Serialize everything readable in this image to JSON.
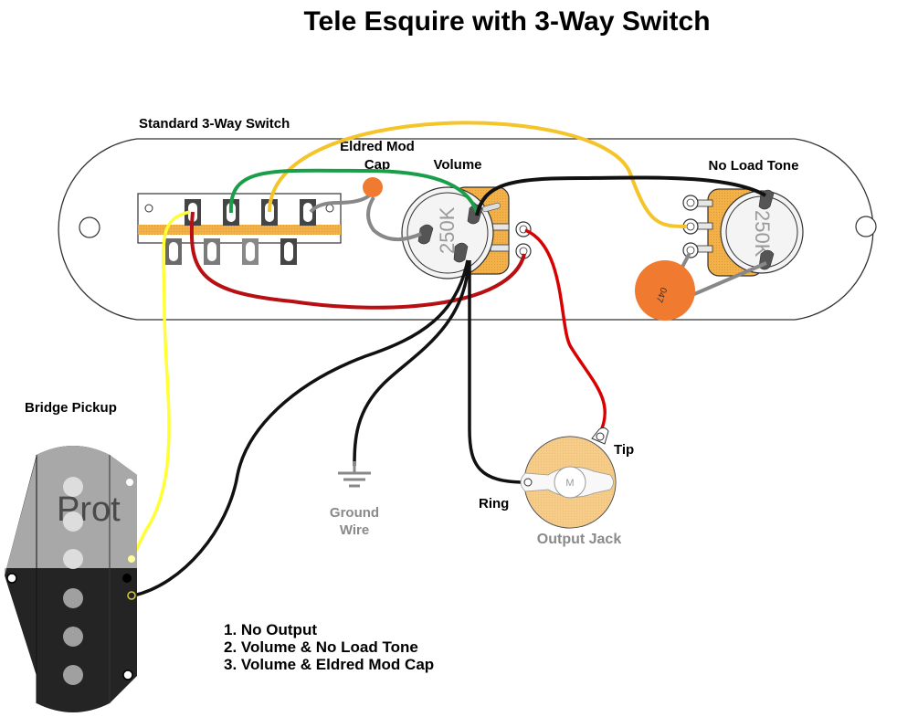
{
  "title": "Tele Esquire with 3-Way Switch",
  "labels": {
    "switch": "Standard 3-Way Switch",
    "cap_line1": "Eldred Mod",
    "cap_line2": "Cap",
    "volume": "Volume",
    "tone": "No Load Tone",
    "pickup": "Bridge Pickup",
    "ground_line1": "Ground",
    "ground_line2": "Wire",
    "ring": "Ring",
    "tip": "Tip",
    "jack": "Output Jack",
    "jack_center": "M",
    "pot_value_volume": "250K",
    "pot_value_tone": "250K",
    "tone_cap_value": "047",
    "pickup_watermark": "Prot"
  },
  "positions": [
    "1. No Output",
    "2. Volume & No Load Tone",
    "3. Volume & Eldred Mod Cap"
  ],
  "colors": {
    "plate_stroke": "#333333",
    "pot_body": "#f2b14a",
    "cap": "#f07a30",
    "wire_yellow": "#f5c42a",
    "wire_bright_yellow": "#ffff33",
    "wire_green": "#1a9e4a",
    "wire_red": "#cc0000",
    "wire_dark_red": "#b80f12",
    "wire_black": "#111111",
    "wire_grey": "#888888",
    "pickup_dark": "#242424",
    "pickup_light": "#a8a8a8"
  }
}
